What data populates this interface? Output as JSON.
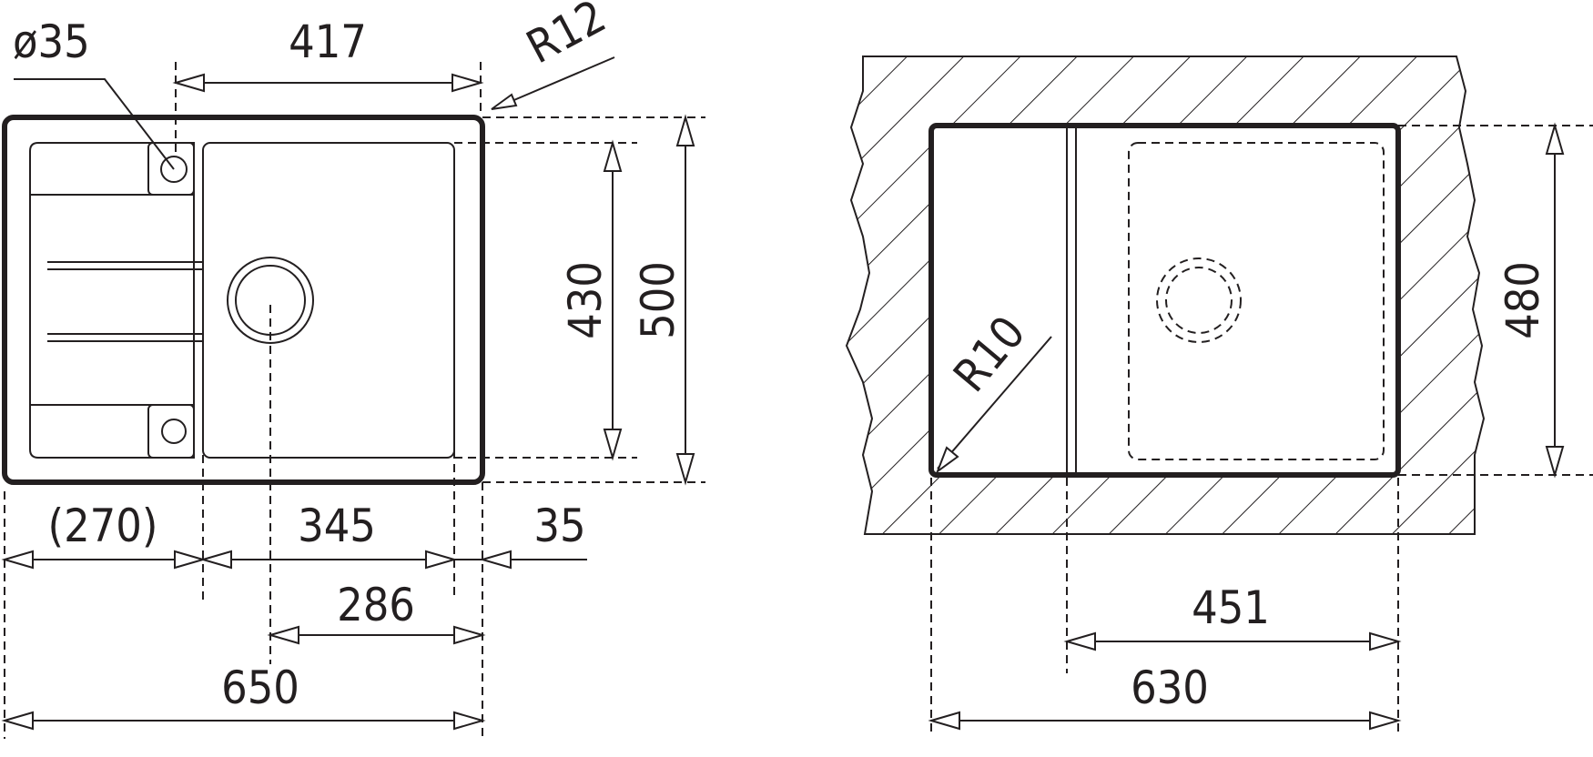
{
  "left_view": {
    "dimensions": {
      "hole_diameter": "ø35",
      "width_417": "417",
      "radius_corner": "R12",
      "height_430": "430",
      "height_500": "500",
      "drainer_270": "(270)",
      "bowl_345": "345",
      "edge_35": "35",
      "drain_offset_286": "286",
      "overall_650": "650"
    }
  },
  "right_view": {
    "dimensions": {
      "radius_cutout": "R10",
      "height_480": "480",
      "width_451": "451",
      "width_630": "630"
    }
  }
}
